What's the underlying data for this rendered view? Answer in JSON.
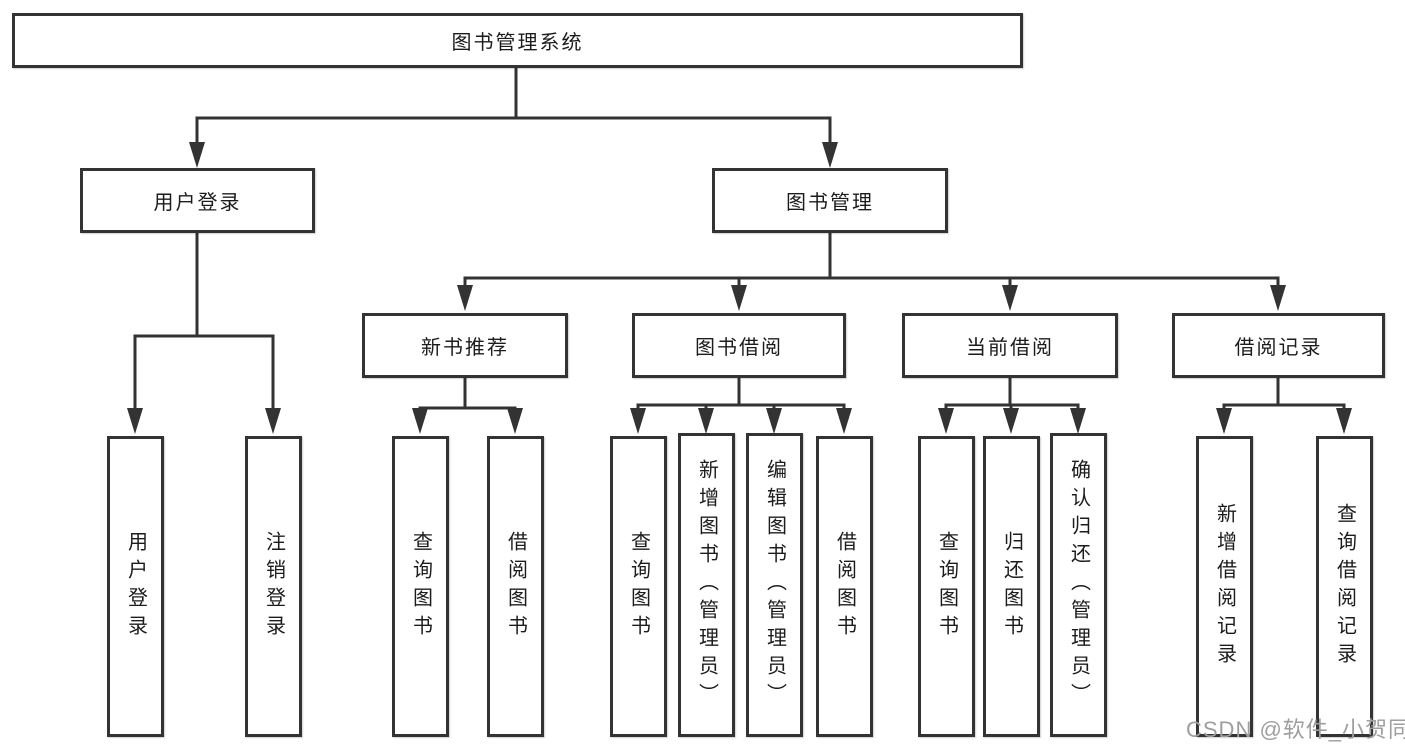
{
  "colors": {
    "line": "#333333",
    "text": "#1c1c1c",
    "background": "#ffffff",
    "watermark": "#9e9e9e"
  },
  "watermark": {
    "text": "CSDN @软件_小贺同学"
  },
  "tree": {
    "label": "图书管理系统",
    "children": [
      {
        "label": "用户登录",
        "children": [
          {
            "label": "用户登录"
          },
          {
            "label": "注销登录"
          }
        ]
      },
      {
        "label": "图书管理",
        "children": [
          {
            "label": "新书推荐",
            "children": [
              {
                "label": "查询图书"
              },
              {
                "label": "借阅图书"
              }
            ]
          },
          {
            "label": "图书借阅",
            "children": [
              {
                "label": "查询图书"
              },
              {
                "label": "新增图书（管理员）"
              },
              {
                "label": "编辑图书（管理员）"
              },
              {
                "label": "借阅图书"
              }
            ]
          },
          {
            "label": "当前借阅",
            "children": [
              {
                "label": "查询图书"
              },
              {
                "label": "归还图书"
              },
              {
                "label": "确认归还（管理员）"
              }
            ]
          },
          {
            "label": "借阅记录",
            "children": [
              {
                "label": "新增借阅记录"
              },
              {
                "label": "查询借阅记录"
              }
            ]
          }
        ]
      }
    ]
  }
}
